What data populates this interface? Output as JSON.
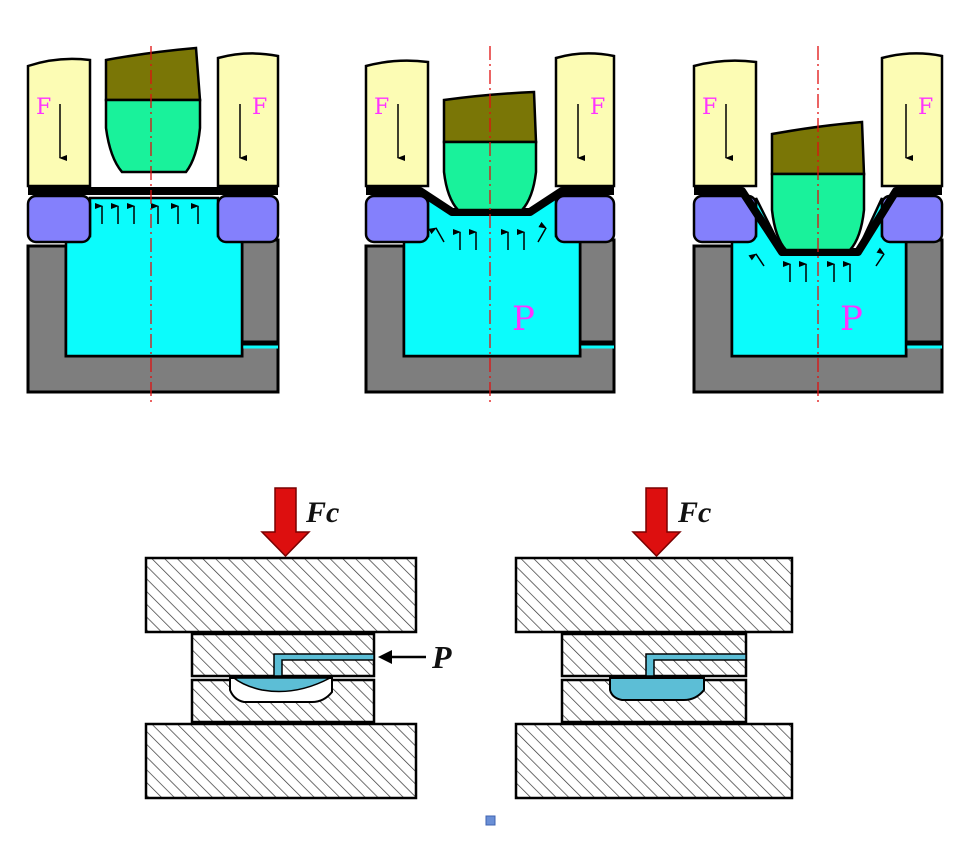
{
  "colors": {
    "holder": "#fcfcb4",
    "punch_shank": "#7a7606",
    "punch_tip": "#19f29b",
    "blank_ring": "#8480fc",
    "fluid": "#0bfcfc",
    "chamber": "#7e7e7e",
    "axis": "#e01010",
    "label_magenta": "#ff33ff",
    "force_arrow": "#dd0f0f",
    "formed_part": "#5cbed6",
    "hatch": "#333333"
  },
  "top_row": {
    "stages": [
      {
        "left_force": "F",
        "right_force": "F",
        "pressure": ""
      },
      {
        "left_force": "F",
        "right_force": "F",
        "pressure": "P"
      },
      {
        "left_force": "F",
        "right_force": "F",
        "pressure": "P"
      }
    ]
  },
  "bottom_row": {
    "presses": [
      {
        "force_label": "Fc",
        "pressure_label": "P"
      },
      {
        "force_label": "Fc",
        "pressure_label": ""
      }
    ]
  }
}
